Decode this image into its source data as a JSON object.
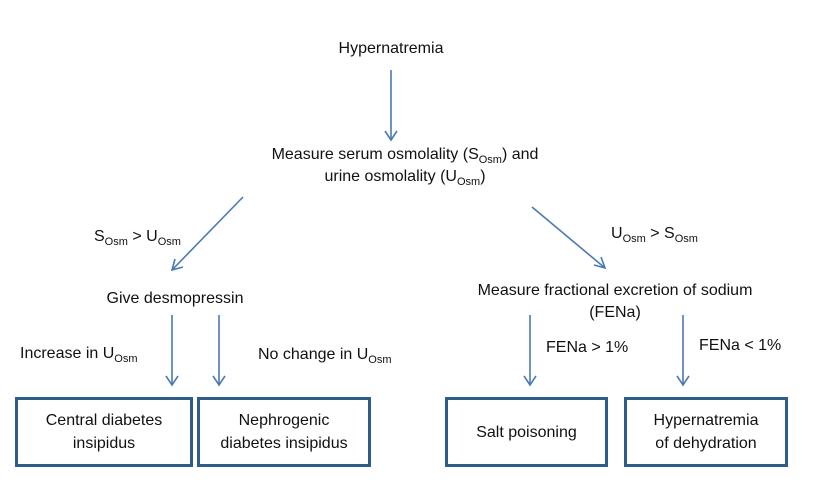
{
  "colors": {
    "arrow": "#4a79b4",
    "box_border": "#2f5d8a",
    "text": "#111111"
  },
  "nodes": {
    "root": "Hypernatremia",
    "measure_line1_prefix": "Measure serum osmolality (S",
    "measure_line1_sub": "Osm",
    "measure_line1_suffix": ") and",
    "measure_line2_prefix": "urine osmolality (U",
    "measure_line2_sub": "Osm",
    "measure_line2_suffix": ")",
    "give_desmopressin": "Give desmopressin",
    "fena_line1": "Measure fractional excretion of sodium",
    "fena_line2": "(FENa)"
  },
  "edges": {
    "left_cond": {
      "a": "S",
      "a_sub": "Osm",
      "op": " > U",
      "b_sub": "Osm"
    },
    "right_cond": {
      "a": "U",
      "a_sub": "Osm",
      "op": " > S",
      "b_sub": "Osm"
    },
    "increase_prefix": "Increase in U",
    "increase_sub": "Osm",
    "nochange_prefix": "No change in U",
    "nochange_sub": "Osm",
    "fena_gt": "FENa > 1%",
    "fena_lt": "FENa < 1%"
  },
  "outcomes": {
    "central_line1": "Central diabetes",
    "central_line2": "insipidus",
    "nephrogenic_line1": "Nephrogenic",
    "nephrogenic_line2": "diabetes insipidus",
    "salt": "Salt poisoning",
    "hyper_line1": "Hypernatremia",
    "hyper_line2": "of dehydration"
  }
}
